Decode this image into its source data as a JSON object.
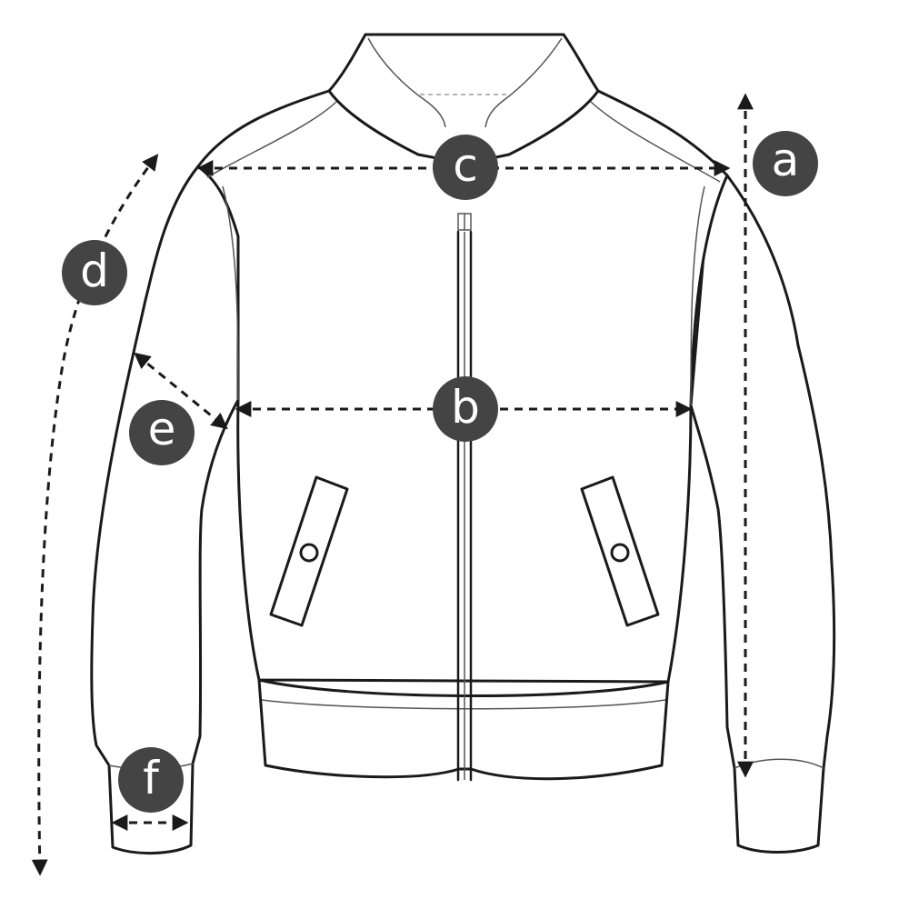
{
  "labels": {
    "a": "a",
    "b": "b",
    "c": "c",
    "d": "d",
    "e": "e",
    "f": "f"
  },
  "colors": {
    "badge": "#444444",
    "line": "#1a1a1a"
  }
}
